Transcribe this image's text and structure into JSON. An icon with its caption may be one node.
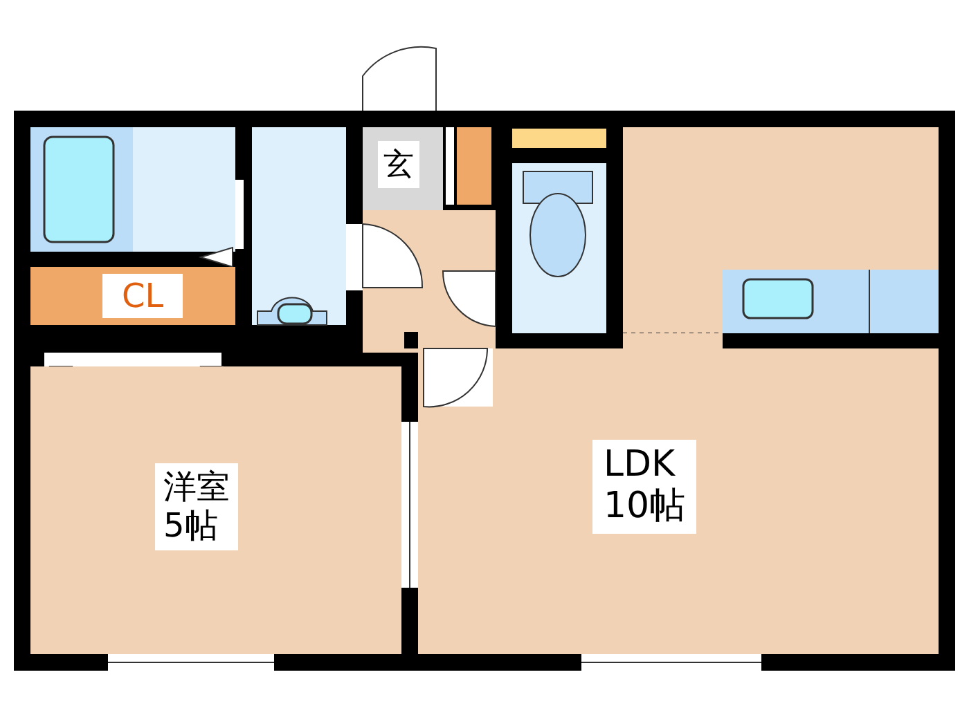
{
  "diagram": {
    "nodes": [
      {
        "text": [
          "玄"
        ]
      },
      {
        "text": [
          "CL"
        ]
      },
      {
        "text": [
          "洋室",
          "5帖"
        ]
      },
      {
        "text": [
          "LDK",
          "10帖"
        ]
      }
    ]
  }
}
